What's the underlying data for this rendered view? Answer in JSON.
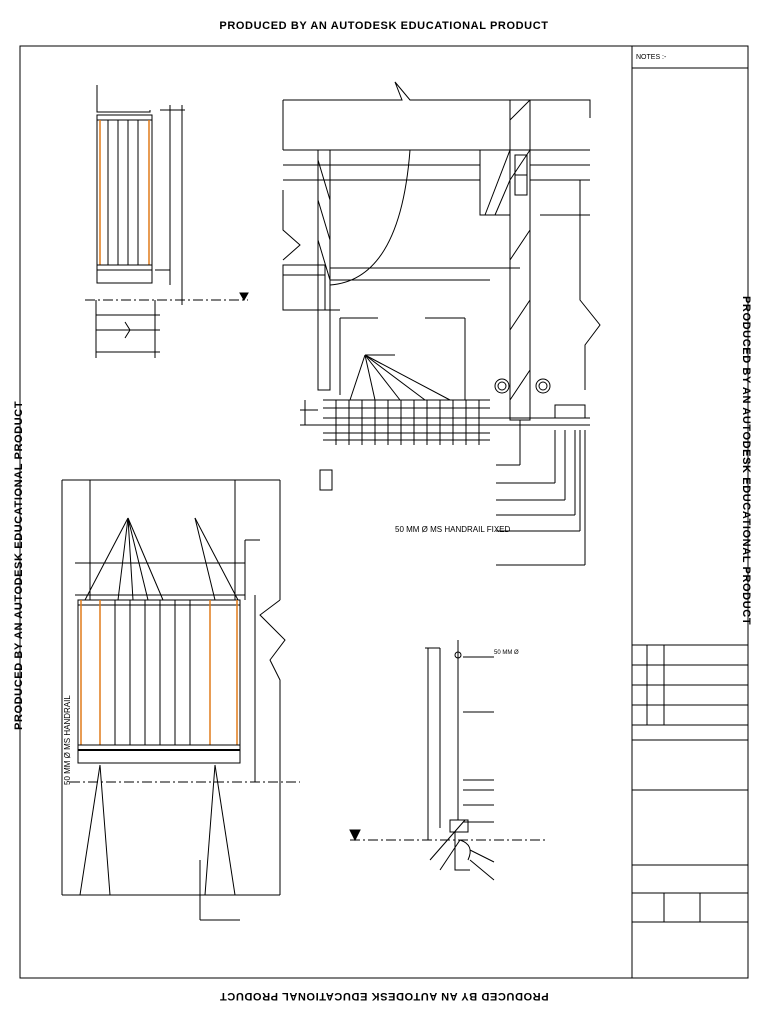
{
  "watermark": {
    "top": "PRODUCED BY AN AUTODESK EDUCATIONAL PRODUCT",
    "bottom": "PRODUCED BY AN AUTODESK EDUCATIONAL PRODUCT",
    "left": "PRODUCED BY AN AUTODESK EDUCATIONAL PRODUCT",
    "right": "PRODUCED BY AN AUTODESK EDUCATIONAL PRODUCT"
  },
  "title_block": {
    "notes_label": "NOTES :-"
  },
  "annotations": {
    "handrail_fixed": "50 MM Ø MS HANDRAIL FIXED",
    "handrail_diameter": "50 MM Ø",
    "handrail_vertical": "50 MM Ø MS HANDRAIL"
  },
  "colors": {
    "line": "#000000",
    "railing_accent": "#e07b1a"
  }
}
